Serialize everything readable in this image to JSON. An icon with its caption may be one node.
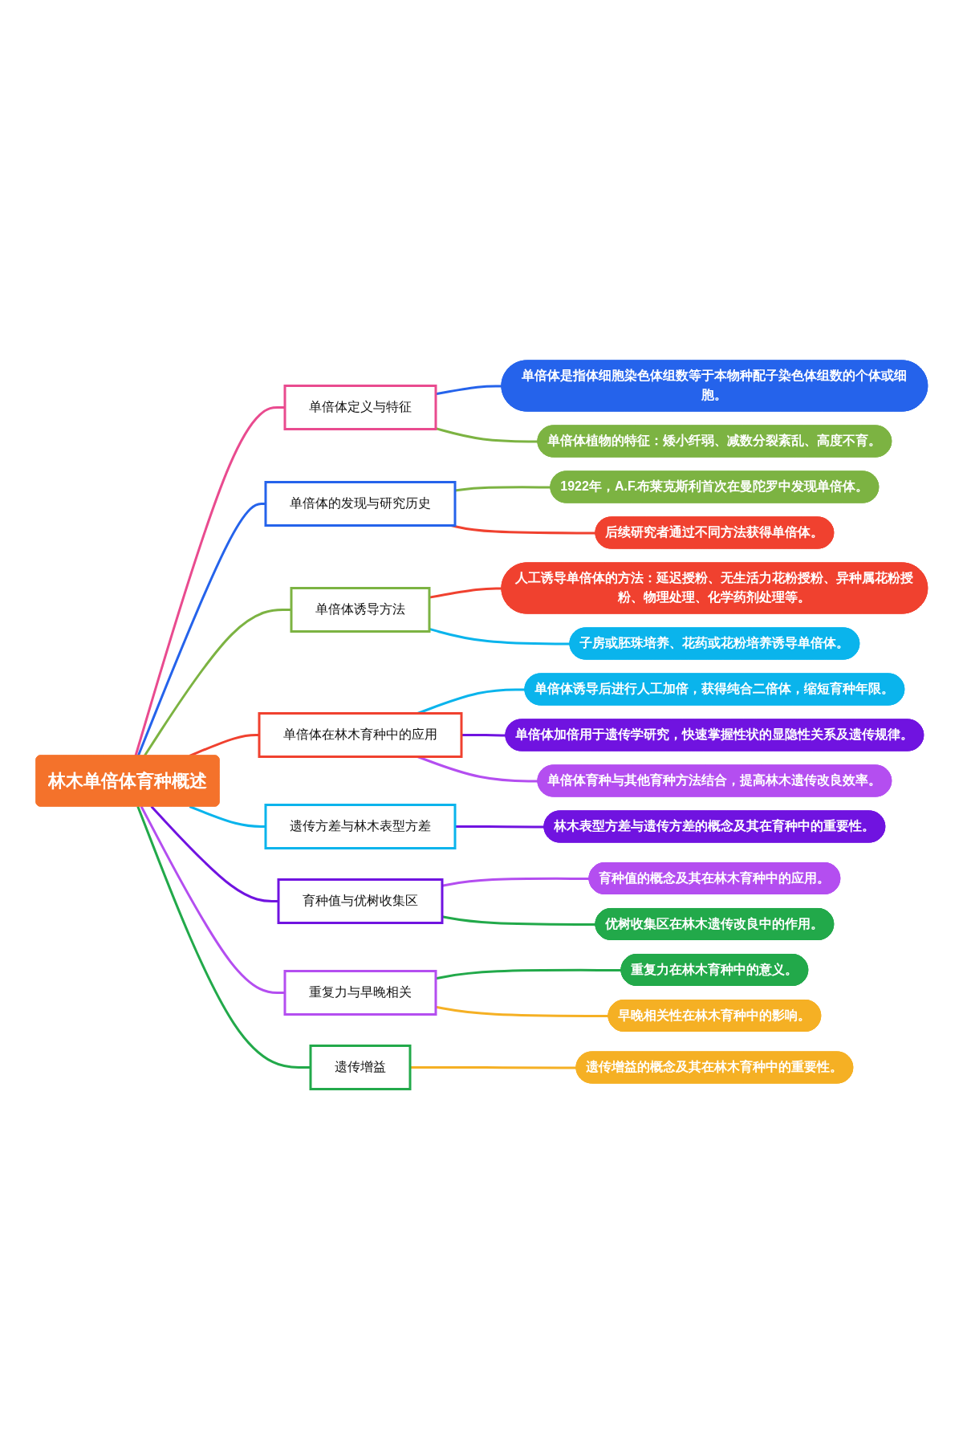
{
  "diagram": {
    "nodes": [
      {
        "text": [
          "林木单倍体育种概述"
        ]
      },
      {
        "text": [
          "单倍体定义与特征"
        ]
      },
      {
        "text": [
          "单倍体是指体细胞染色体组数等于本物种配子染色体组数的个体或细胞。"
        ]
      },
      {
        "text": [
          "单倍体植物的特征：矮小纤弱、减数分裂紊乱、高度不育。"
        ]
      },
      {
        "text": [
          "单倍体的发现与研究历史"
        ]
      },
      {
        "text": [
          "1922年，A.F.布莱克斯利首次在曼陀罗中发现单倍体。"
        ]
      },
      {
        "text": [
          "后续研究者通过不同方法获得单倍体。"
        ]
      },
      {
        "text": [
          "单倍体诱导方法"
        ]
      },
      {
        "text": [
          "人工诱导单倍体的方法：延迟授粉、无生活力花粉授粉、异种属花粉授粉、物理处理、化学药剂处理等。"
        ]
      },
      {
        "text": [
          "子房或胚珠培养、花药或花粉培养诱导单倍体。"
        ]
      },
      {
        "text": [
          "单倍体在林木育种中的应用"
        ]
      },
      {
        "text": [
          "单倍体诱导后进行人工加倍，获得纯合二倍体，缩短育种年限。"
        ]
      },
      {
        "text": [
          "单倍体加倍用于遗传学研究，快速掌握性状的显隐性关系及遗传规律。"
        ]
      },
      {
        "text": [
          "单倍体育种与其他育种方法结合，提高林木遗传改良效率。"
        ]
      },
      {
        "text": [
          "遗传方差与林木表型方差"
        ]
      },
      {
        "text": [
          "林木表型方差与遗传方差的概念及其在育种中的重要性。"
        ]
      },
      {
        "text": [
          "育种值与优树收集区"
        ]
      },
      {
        "text": [
          "育种值的概念及其在林木育种中的应用。"
        ]
      },
      {
        "text": [
          "优树收集区在林木遗传改良中的作用。"
        ]
      },
      {
        "text": [
          "重复力与早晚相关"
        ]
      },
      {
        "text": [
          "重复力在林木育种中的意义。"
        ]
      },
      {
        "text": [
          "早晚相关性在林木育种中的影响。"
        ]
      },
      {
        "text": [
          "遗传增益"
        ]
      },
      {
        "text": [
          "遗传增益的概念及其在林木育种中的重要性。"
        ]
      }
    ],
    "edges": [
      {
        "from": 0,
        "to": 1,
        "arrow": "none",
        "color": "#e94b8f"
      },
      {
        "from": 1,
        "to": 2,
        "arrow": "none",
        "color": "#2563eb"
      },
      {
        "from": 1,
        "to": 3,
        "arrow": "none",
        "color": "#7cb342"
      },
      {
        "from": 0,
        "to": 4,
        "arrow": "none",
        "color": "#2563eb"
      },
      {
        "from": 4,
        "to": 5,
        "arrow": "none",
        "color": "#7cb342"
      },
      {
        "from": 4,
        "to": 6,
        "arrow": "none",
        "color": "#f0412f"
      },
      {
        "from": 0,
        "to": 7,
        "arrow": "none",
        "color": "#7cb342"
      },
      {
        "from": 7,
        "to": 8,
        "arrow": "none",
        "color": "#f0412f"
      },
      {
        "from": 7,
        "to": 9,
        "arrow": "none",
        "color": "#0ab4ec"
      },
      {
        "from": 0,
        "to": 10,
        "arrow": "none",
        "color": "#f0412f"
      },
      {
        "from": 10,
        "to": 11,
        "arrow": "none",
        "color": "#0ab4ec"
      },
      {
        "from": 10,
        "to": 12,
        "arrow": "none",
        "color": "#7013e0"
      },
      {
        "from": 10,
        "to": 13,
        "arrow": "none",
        "color": "#b44ef0"
      },
      {
        "from": 0,
        "to": 14,
        "arrow": "none",
        "color": "#0ab4ec"
      },
      {
        "from": 14,
        "to": 15,
        "arrow": "none",
        "color": "#7013e0"
      },
      {
        "from": 0,
        "to": 16,
        "arrow": "none",
        "color": "#7013e0"
      },
      {
        "from": 16,
        "to": 17,
        "arrow": "none",
        "color": "#b44ef0"
      },
      {
        "from": 16,
        "to": 18,
        "arrow": "none",
        "color": "#22a94a"
      },
      {
        "from": 0,
        "to": 19,
        "arrow": "none",
        "color": "#b44ef0"
      },
      {
        "from": 19,
        "to": 20,
        "arrow": "none",
        "color": "#22a94a"
      },
      {
        "from": 19,
        "to": 21,
        "arrow": "none",
        "color": "#f5b024"
      },
      {
        "from": 0,
        "to": 22,
        "arrow": "none",
        "color": "#22a94a"
      },
      {
        "from": 22,
        "to": 23,
        "arrow": "none",
        "color": "#f5b024"
      }
    ]
  }
}
